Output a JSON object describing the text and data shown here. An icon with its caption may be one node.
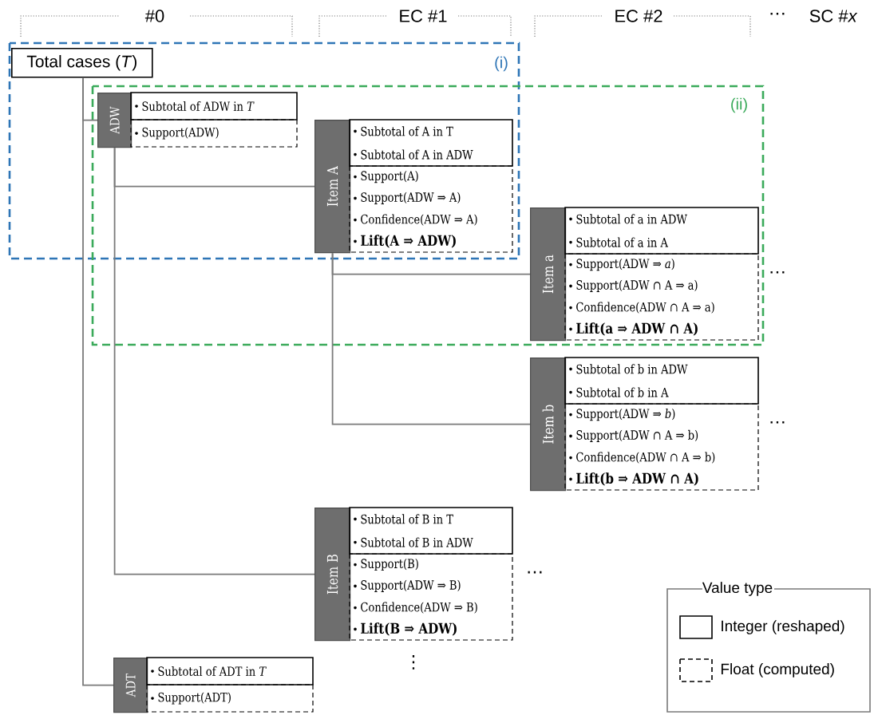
{
  "diagram": {
    "nodes": [
      {
        "text": [
          "Total cases (*T*)"
        ]
      },
      {
        "text": [
          "ADW",
          "Subtotal of ADW in *T*",
          "Support(ADW)"
        ]
      },
      {
        "text": [
          "Item A",
          "Subtotal of A in T",
          "Subtotal of A in ADW",
          "Support(A)",
          "Support(ADW ⇒ A)",
          "Confidence(ADW ⇒ A)",
          "Lift(A ⇒ ADW)"
        ]
      },
      {
        "text": [
          "Item a",
          "Subtotal of a in ADW",
          "Subtotal of a in A",
          "Support(ADW  ⇒ *a*)",
          "Support(ADW ∩ A ⇒ a)",
          "Confidence(ADW ∩ A ⇒ a)",
          "Lift(a ⇒ ADW ∩ A)"
        ],
        "beside": [
          "⋯"
        ]
      },
      {
        "text": [
          "Item b",
          "Subtotal of b in ADW",
          "Subtotal of b in A",
          "Support(ADW  ⇒ *b*)",
          "Support(ADW ∩ A ⇒ b)",
          "Confidence(ADW ∩ A ⇒ b)",
          "Lift(b ⇒ ADW ∩ A)"
        ],
        "beside": [
          "⋯"
        ]
      },
      {
        "text": [
          "Item B",
          "Subtotal of B in T",
          "Subtotal of B in ADW",
          "Support(B)",
          "Support(ADW ⇒ B)",
          "Confidence(ADW ⇒ B)",
          "Lift(B ⇒ ADW)"
        ],
        "beside": [
          "⋯",
          "⋮"
        ]
      },
      {
        "text": [
          "ADT",
          "Subtotal of ADT in *T*",
          "Support(ADT)"
        ]
      }
    ],
    "edges": [
      {
        "from": 0,
        "to": 1,
        "arrow": "none"
      },
      {
        "from": 0,
        "to": 6,
        "arrow": "none"
      },
      {
        "from": 1,
        "to": 2,
        "arrow": "none"
      },
      {
        "from": 1,
        "to": 5,
        "arrow": "none"
      },
      {
        "from": 2,
        "to": 3,
        "arrow": "none"
      },
      {
        "from": 2,
        "to": 4,
        "arrow": "none"
      }
    ],
    "labels": [
      "#0",
      "EC #1",
      "EC #2",
      "⋯",
      "SC #*x*",
      "(i)",
      "(ii)",
      "Value type"
    ],
    "legend": [
      {
        "text": "Integer (reshaped)"
      },
      {
        "text": "Float (computed)"
      }
    ]
  }
}
